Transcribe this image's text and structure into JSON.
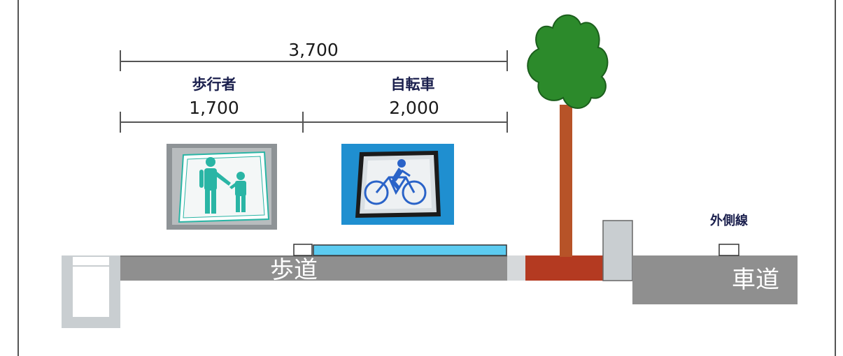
{
  "dimensions": {
    "total": "3,700",
    "pedestrian": "1,700",
    "bicycle": "2,000"
  },
  "lanes": {
    "pedestrian_label": "歩行者",
    "bicycle_label": "自転車",
    "outer_line_label": "外側線"
  },
  "areas": {
    "sidewalk_label": "歩道",
    "roadway_label": "車道"
  },
  "signs": {
    "pedestrian_icon": "pedestrian-sign-icon",
    "bicycle_icon": "bicycle-sign-icon"
  },
  "colors": {
    "bicycle_lane": "#5ccbf0",
    "tree_base": "#b43a21",
    "trunk": "#b75328",
    "foliage": "#2c8a2b",
    "pavement": "#8f8f8f",
    "bicycle_sign_bg": "#1f8fd0",
    "pedestrian_figure": "#2ab5a5"
  }
}
